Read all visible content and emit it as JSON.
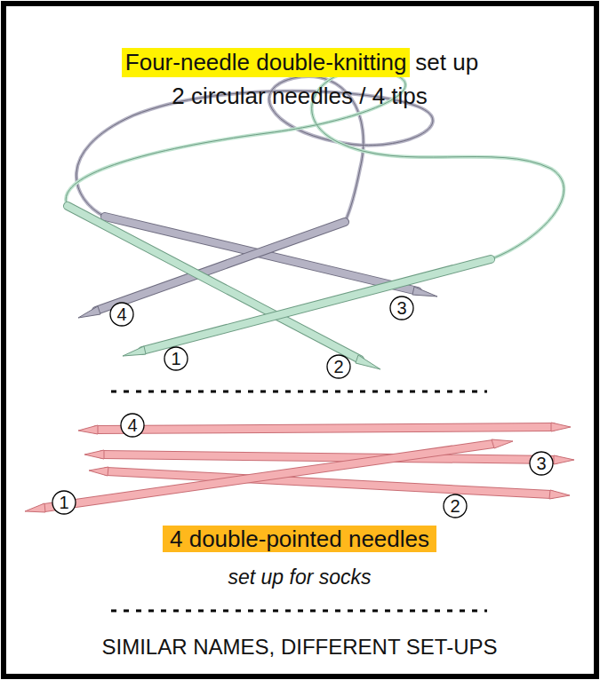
{
  "diagram": {
    "title": "Four-needle double-knitting",
    "caption": "SIMILAR NAMES, DIFFERENT SET-UPS",
    "labels": [
      "set up",
      "2 circular needles / 4 tips",
      "4",
      "3",
      "1",
      "2",
      "4",
      "3",
      "2",
      "1",
      "4 double-pointed needles",
      "set up for socks"
    ]
  }
}
